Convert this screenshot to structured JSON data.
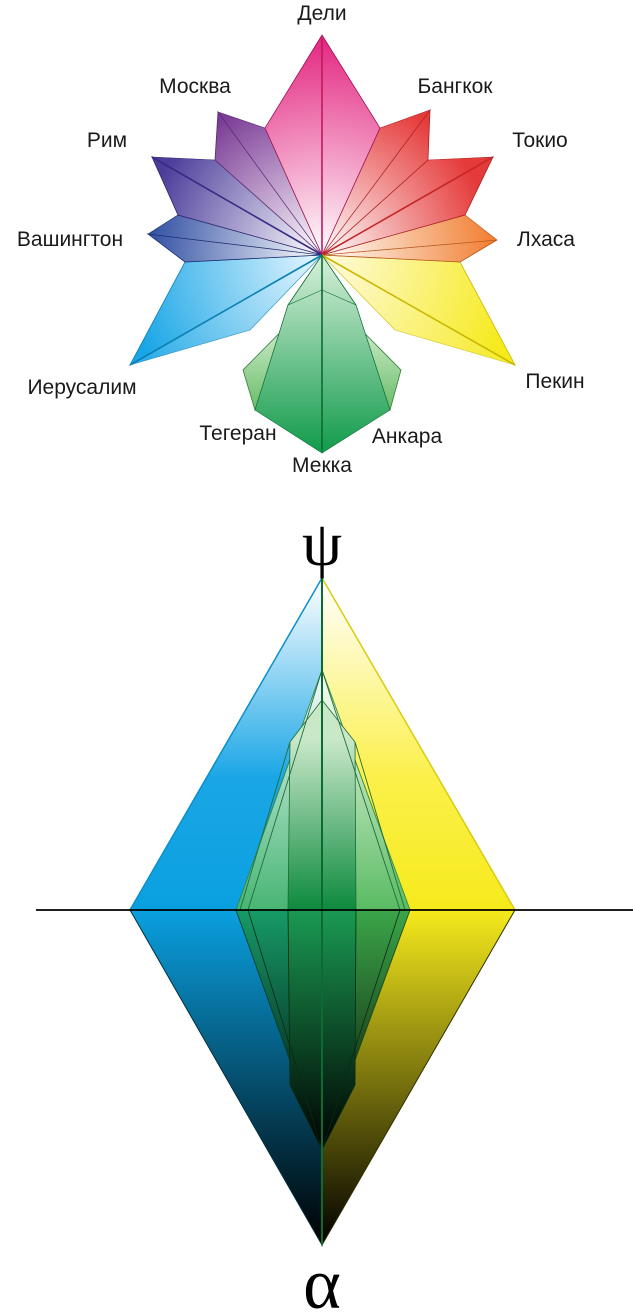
{
  "labels": {
    "delhi": "Дели",
    "moscow": "Москва",
    "bangkok": "Бангкок",
    "rome": "Рим",
    "tokyo": "Токио",
    "washington": "Вашингтон",
    "lhasa": "Лхаса",
    "jerusalem": "Иерусалим",
    "beijing": "Пекин",
    "tehran": "Тегеран",
    "ankara": "Анкара",
    "mecca": "Мекка"
  },
  "symbols": {
    "psi": "ψ",
    "alpha": "α"
  },
  "colors": {
    "magenta": "#e21b7a",
    "violet": "#8b3f9c",
    "red": "#e53a3a",
    "indigo": "#4b3d9a",
    "orange": "#f07a2a",
    "navy": "#2b4aa0",
    "cyan": "#1aa6e6",
    "yellow": "#f6ea1c",
    "green": "#0f9a4a",
    "lightgreen": "#7ec96a",
    "black": "#000000",
    "white": "#ffffff"
  }
}
